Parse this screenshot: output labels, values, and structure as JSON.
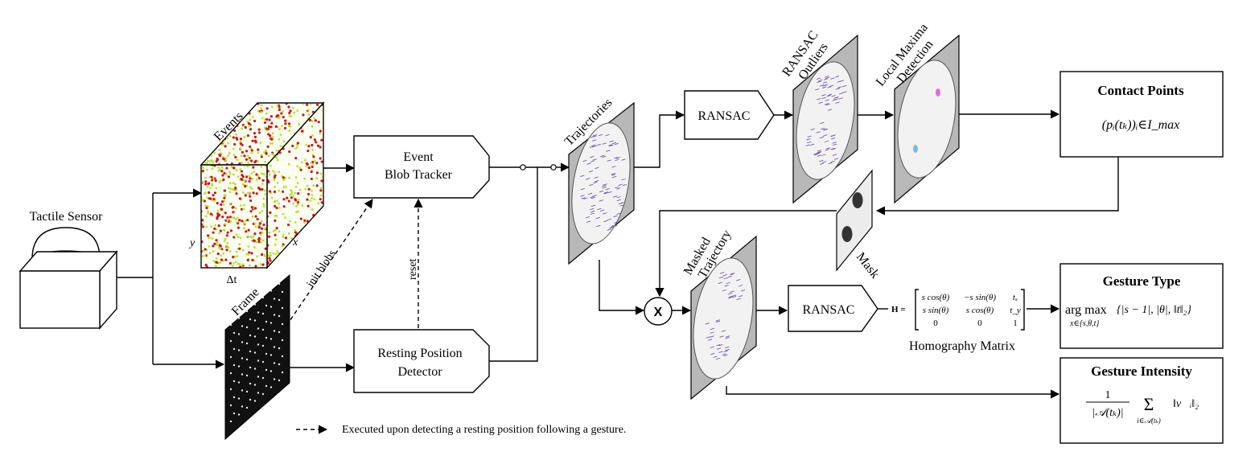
{
  "sensor": {
    "label": "Tactile Sensor"
  },
  "events": {
    "label": "Events",
    "axis_y": "y",
    "axis_x": "x",
    "axis_t": "Δt"
  },
  "frame": {
    "label": "Frame"
  },
  "blob_tracker": {
    "line1": "Event",
    "line2": "Blob Tracker"
  },
  "resting": {
    "line1": "Resting Position",
    "line2": "Detector"
  },
  "dashed_labels": {
    "init": "init blobs",
    "reset": "reset"
  },
  "trajectories": {
    "label": "Trajectories"
  },
  "ransac_top": {
    "label": "RANSAC"
  },
  "ransac_outliers": {
    "line1": "RANSAC",
    "line2": "Outliers"
  },
  "local_maxima": {
    "line1": "Local Maxima",
    "line2": "Detection"
  },
  "contact_points": {
    "title": "Contact Points",
    "formula": "(pᵢ(tₖ))ᵢ∈I_max"
  },
  "mask": {
    "label": "Mask"
  },
  "multiply": {
    "symbol": "X"
  },
  "masked_trajectory": {
    "line1": "Masked",
    "line2": "Trajectory"
  },
  "ransac_bottom": {
    "label": "RANSAC"
  },
  "homography": {
    "lhs": "H =",
    "matrix": [
      [
        "s cos(θ)",
        "−s sin(θ)",
        "tₓ"
      ],
      [
        "s sin(θ)",
        "s cos(θ)",
        "t_y"
      ],
      [
        "0",
        "0",
        "1"
      ]
    ],
    "caption": "Homography Matrix"
  },
  "gesture_type": {
    "title": "Gesture Type",
    "argmax": "arg max",
    "sub": "x∈{s,θ,t}",
    "expr": "{|s − 1|, |θ|, ‖t‖₂}"
  },
  "gesture_intensity": {
    "title": "Gesture Intensity",
    "num": "1",
    "den": "|𝒜(tₖ)|",
    "sum": "Σ",
    "sub": "i∈𝒜(tₖ)",
    "term": "‖v⃗ᵢ‖₂"
  },
  "legend": {
    "text": "Executed upon detecting a resting position following a gesture."
  }
}
